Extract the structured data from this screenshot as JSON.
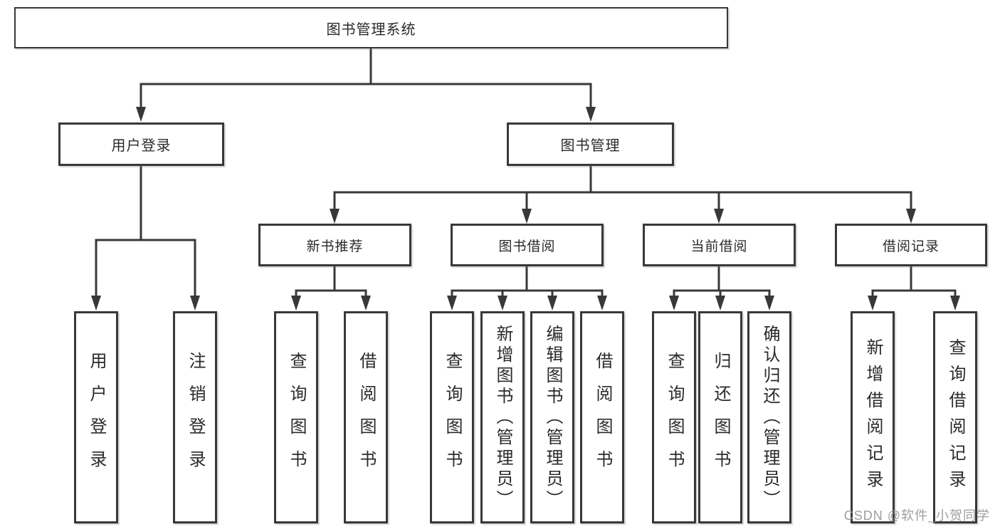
{
  "diagram": {
    "title_node": {
      "label": "图书管理系统"
    },
    "branches": [
      {
        "label": "用户登录"
      },
      {
        "label": "图书管理"
      }
    ],
    "login_children": [
      "用户登录",
      "注销登录"
    ],
    "modules": [
      {
        "label": "新书推荐",
        "children": [
          "查询图书",
          "借阅图书"
        ]
      },
      {
        "label": "图书借阅",
        "children": [
          "查询图书",
          "新增图书（管理员）",
          "编辑图书（管理员）",
          "借阅图书"
        ]
      },
      {
        "label": "当前借阅",
        "children": [
          "查询图书",
          "归还图书",
          "确认归还（管理员）"
        ]
      },
      {
        "label": "借阅记录",
        "children": [
          "新增借阅记录",
          "查询借阅记录"
        ]
      }
    ]
  },
  "colors": {
    "line": "#383838",
    "text": "#2a2a2a",
    "background": "#ffffff",
    "watermark": "#969696"
  },
  "watermark": {
    "text": "CSDN @软件_小贺同学"
  }
}
